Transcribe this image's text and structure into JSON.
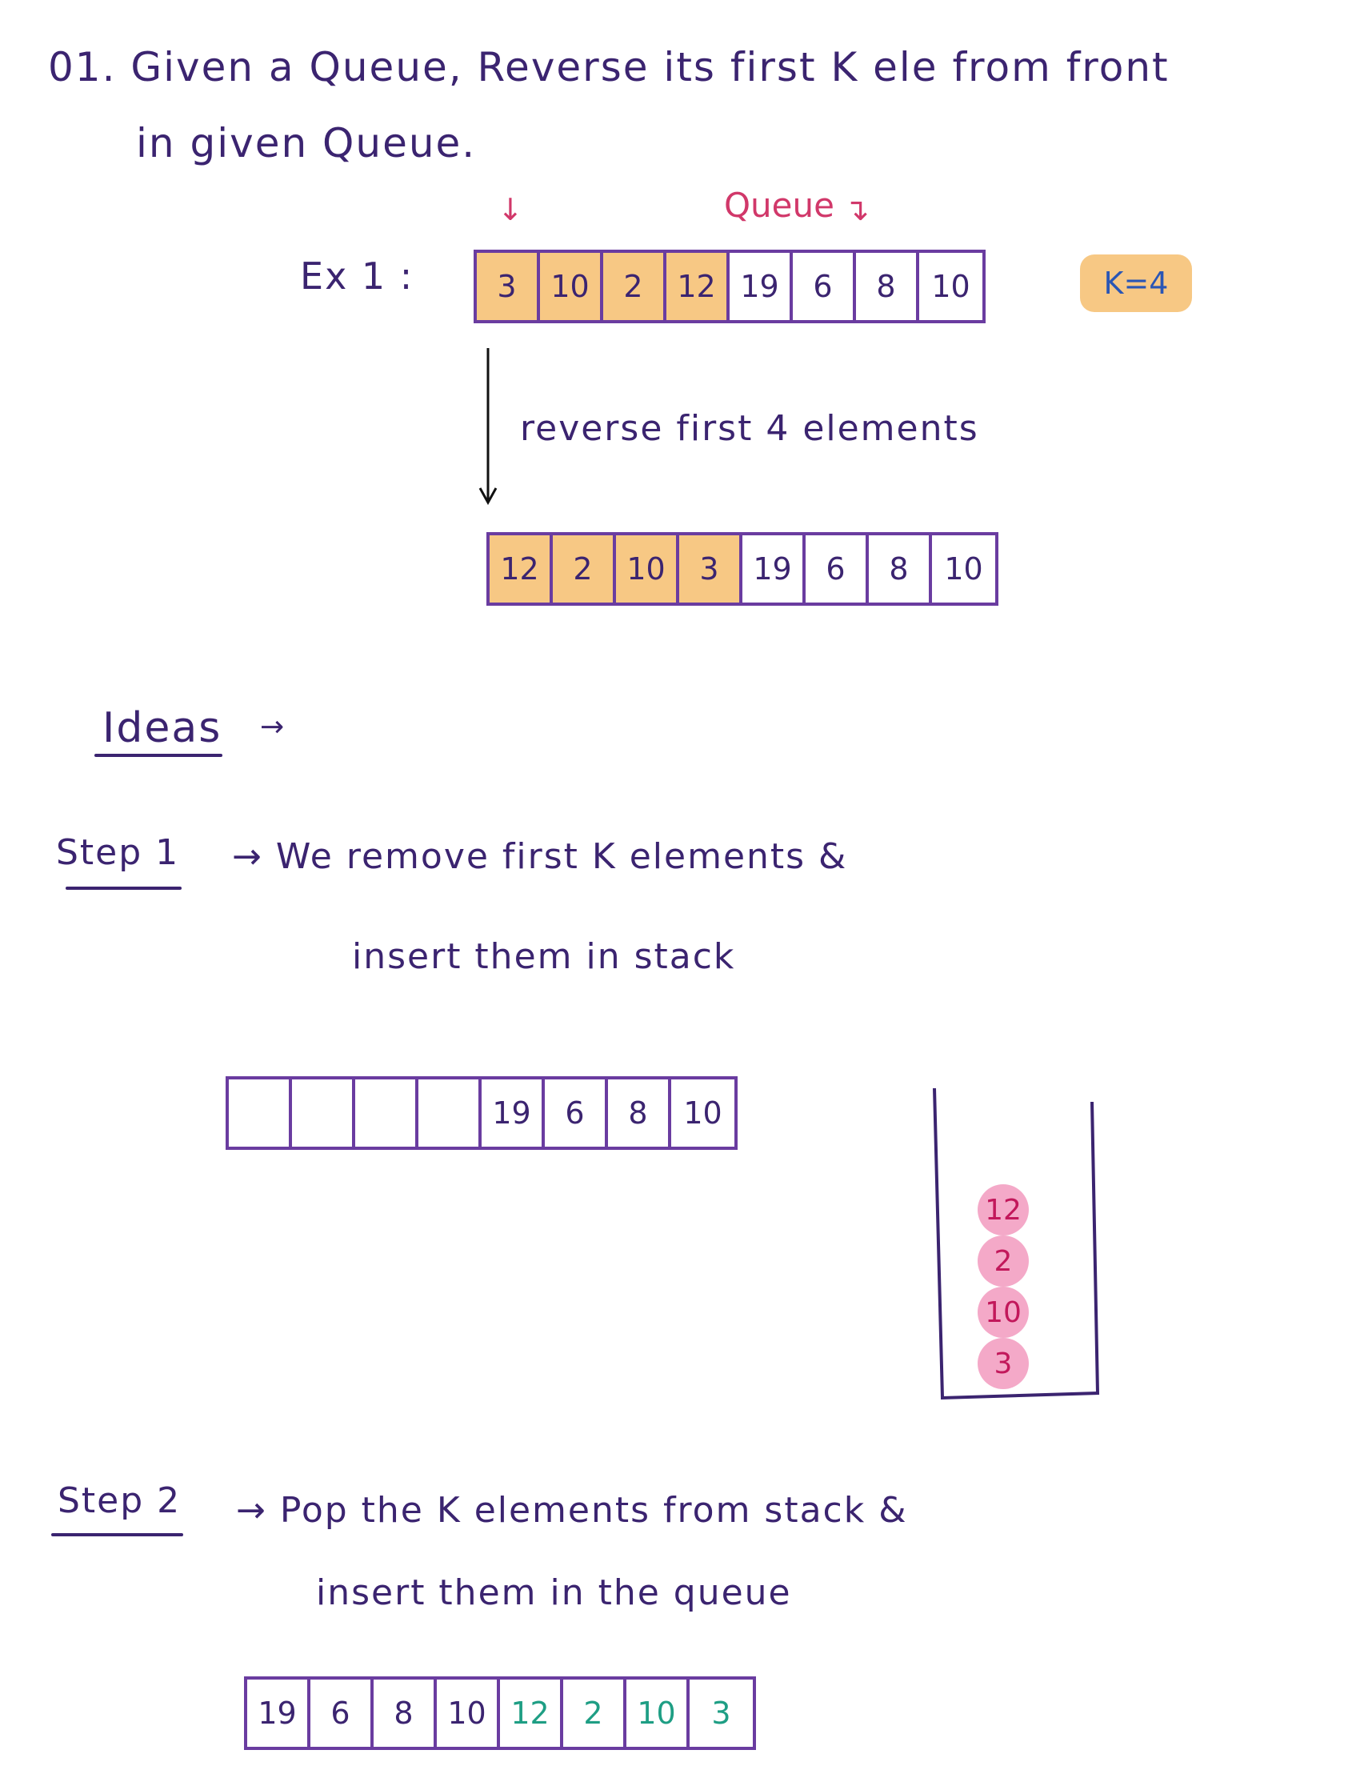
{
  "question": {
    "line1": "01. Given a Queue, Reverse its first K ele from front",
    "line2": "in given Queue."
  },
  "example": {
    "label": "Ex 1 :",
    "queue_label": "Queue",
    "front_marker": "↓",
    "k_label": "K=4",
    "original_queue": [
      "3",
      "10",
      "2",
      "12",
      "19",
      "6",
      "8",
      "10"
    ],
    "arrow_text": "reverse first 4 elements",
    "reversed_queue": [
      "12",
      "2",
      "10",
      "3",
      "19",
      "6",
      "8",
      "10"
    ]
  },
  "ideas": {
    "title": "Ideas",
    "arrow": "→"
  },
  "step1": {
    "label": "Step 1",
    "line1": "→ We remove first K elements &",
    "line2": "insert them in stack",
    "queue": [
      "",
      "",
      "",
      "",
      "19",
      "6",
      "8",
      "10"
    ],
    "stack": [
      "12",
      "2",
      "10",
      "3"
    ]
  },
  "step2": {
    "label": "Step 2",
    "line1": "→ Pop the K elements from stack &",
    "line2": "insert them in the queue",
    "queue": [
      "19",
      "6",
      "8",
      "10",
      "12",
      "2",
      "10",
      "3"
    ]
  },
  "colors": {
    "ink": "#3b2470",
    "box_border": "#6a3ca0",
    "highlight": "#f7c884",
    "queue_label": "#d1386a",
    "stack_ball": "#f4a9c8",
    "pushed_values": "#1e9e84"
  }
}
